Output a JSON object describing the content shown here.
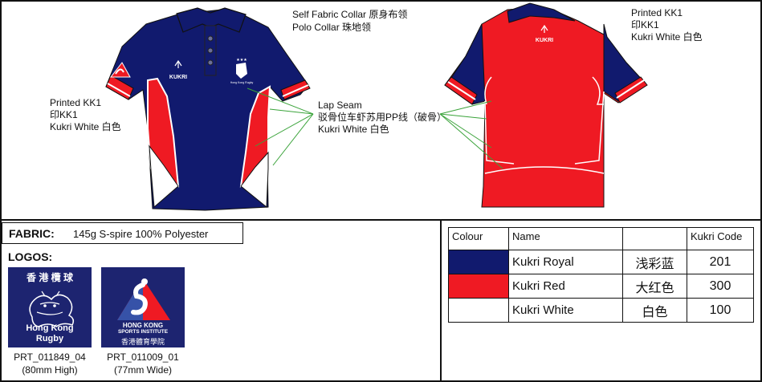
{
  "annotations": {
    "collar_line1": "Self Fabric Collar 原身布领",
    "collar_line2": "Polo Collar 珠地领",
    "print_left_line1": "Printed KK1",
    "print_left_line2": "印KK1",
    "print_left_line3": "Kukri White 白色",
    "print_right_line1": "Printed KK1",
    "print_right_line2": "印KK1",
    "print_right_line3": "Kukri White 白色",
    "lap_line1": "Lap Seam",
    "lap_line2": "驳骨位车虾苏用PP线（破骨）",
    "lap_line3": "Kukri White 白色"
  },
  "shirt": {
    "front_brand": "KUKRI",
    "back_brand": "KUKRI",
    "crest_text": "Hong Kong Rugby",
    "colors": {
      "royal": "#111a6e",
      "red": "#ef1a23",
      "white": "#ffffff",
      "seam_green": "#3aa33a"
    }
  },
  "fabric": {
    "label": "FABRIC:",
    "value": "145g S-spire 100% Polyester"
  },
  "logos": {
    "title": "LOGOS:",
    "items": [
      {
        "top_text": "香 港 欖 球",
        "name_line1": "Hong Kong",
        "name_line2": "Rugby",
        "code": "PRT_011849_04",
        "size": "(80mm High)"
      },
      {
        "name_line1": "HONG KONG",
        "name_line2": "SPORTS INSTITUTE",
        "name_cn": "香港體育學院",
        "code": "PRT_011009_01",
        "size": "(77mm Wide)"
      }
    ]
  },
  "colour_table": {
    "headers": [
      "Colour",
      "Name",
      "",
      "Kukri Code"
    ],
    "rows": [
      {
        "swatch": "#111a6e",
        "name": "Kukri Royal",
        "cn": "浅彩蓝",
        "code": "201"
      },
      {
        "swatch": "#ef1a23",
        "name": "Kukri Red",
        "cn": "大红色",
        "code": "300"
      },
      {
        "swatch": "#ffffff",
        "name": "Kukri White",
        "cn": "白色",
        "code": "100"
      }
    ]
  }
}
